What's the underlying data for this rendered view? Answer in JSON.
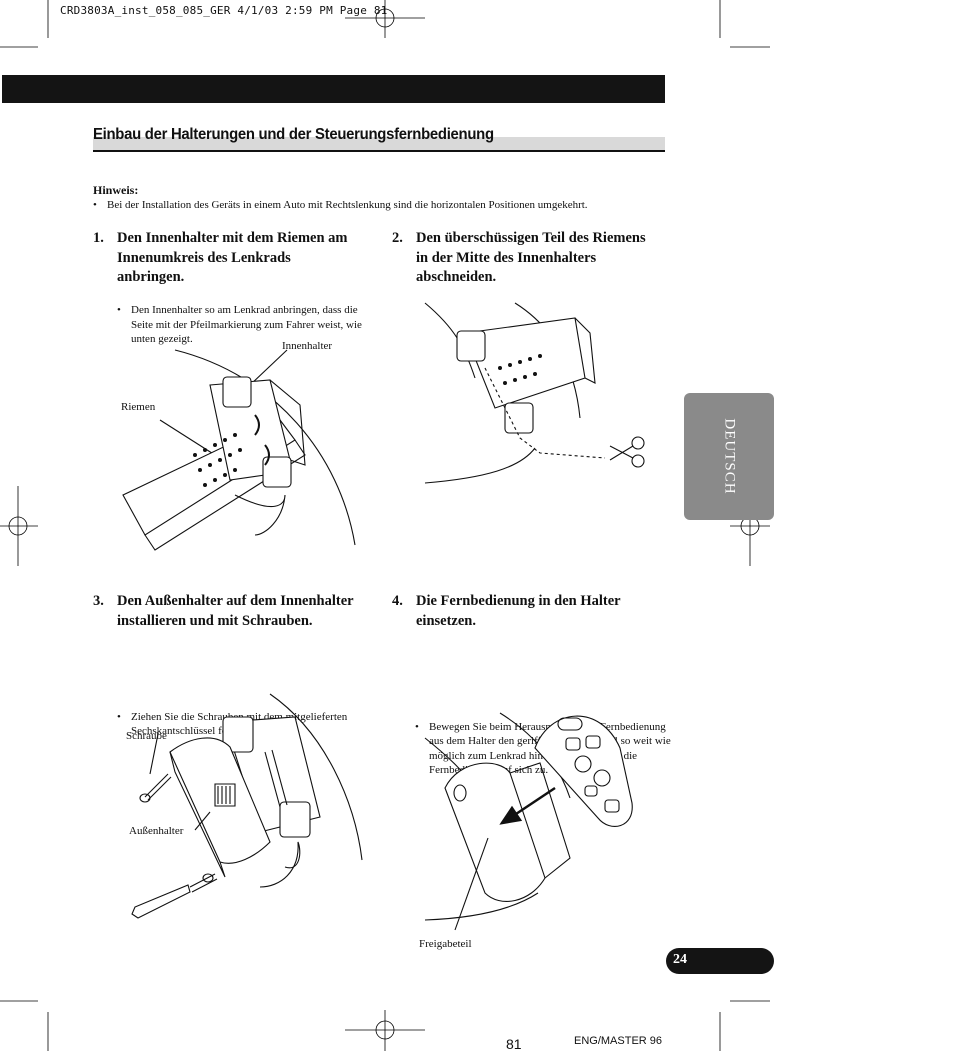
{
  "slug_line": "CRD3803A_inst_058_085_GER  4/1/03 2:59 PM  Page 81",
  "section_title": "Einbau der Halterungen und der Steuerungsfernbedienung",
  "note": {
    "label": "Hinweis:",
    "text": "Bei der Installation des Geräts in einem Auto mit Rechtslenkung sind die horizontalen Positionen umgekehrt."
  },
  "steps": [
    {
      "number": "1.",
      "heading": "Den Innenhalter mit dem Riemen am Innenumkreis des Lenkrads anbringen.",
      "bullet": "Den Innenhalter so am Lenkrad anbringen, dass die Seite mit der Pfeilmarkierung zum Fahrer weist, wie unten gezeigt.",
      "labels": [
        "Innenhalter",
        "Riemen"
      ]
    },
    {
      "number": "2.",
      "heading": "Den überschüssigen Teil des Riemens in der Mitte des Innenhalters abschneiden.",
      "bullet": "",
      "labels": []
    },
    {
      "number": "3.",
      "heading": "Den Außenhalter auf dem Innenhalter installieren und mit Schrauben.",
      "bullet": "Ziehen Sie die Schrauben mit dem mitgelieferten Sechskantschlüssel fest.",
      "labels": [
        "Schraube",
        "Außenhalter"
      ]
    },
    {
      "number": "4.",
      "heading": "Die Fernbedienung in den Halter einsetzen.",
      "bullet": "Bewegen Sie beim Herausnehmen der Fernbedienung aus dem Halter den geriffelten Freigabeteil so weit wie möglich zum Lenkrad hin und bewegen Sie die Fernbedienung auf sich zu.",
      "labels": [
        "Freigabeteil"
      ]
    }
  ],
  "side_tab": "DEUTSCH",
  "section_page": "24",
  "page_number": "81",
  "footer_code": "ENG/MASTER 96",
  "colors": {
    "bar": "#141414",
    "tab": "#8a8a8a",
    "title_band": "#d9d9d9"
  }
}
